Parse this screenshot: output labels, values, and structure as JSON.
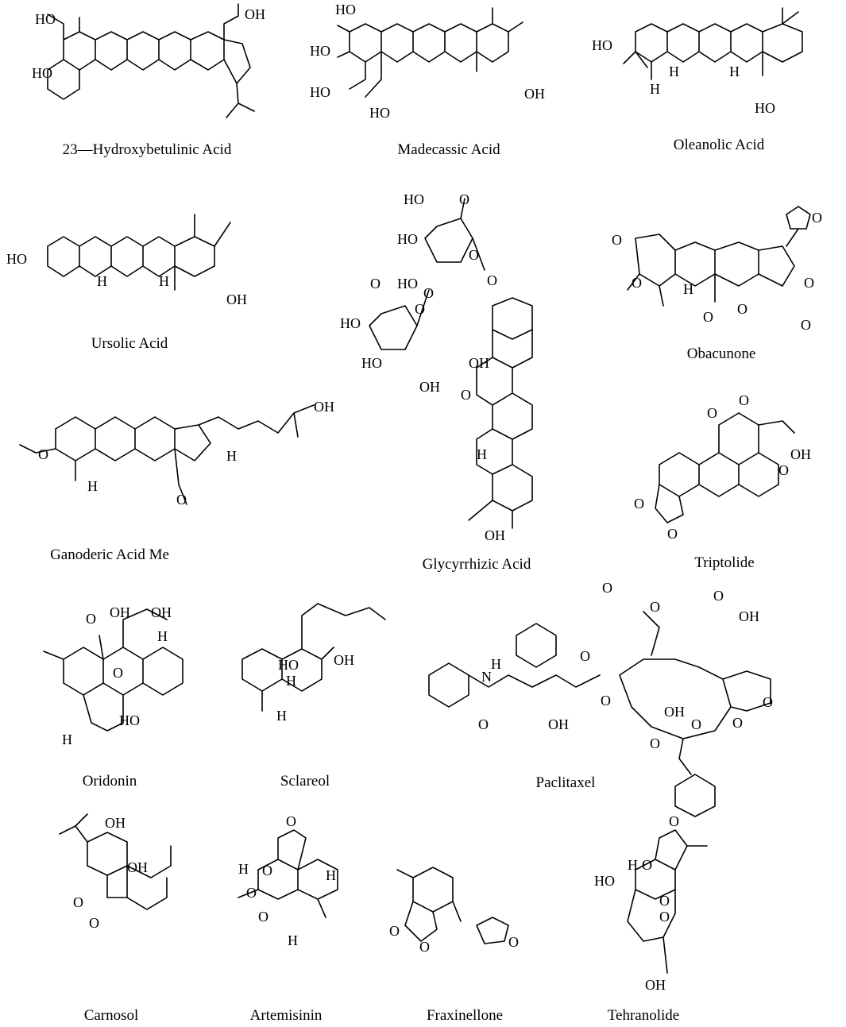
{
  "compounds": [
    {
      "name": "23—Hydroxybetulinic Acid",
      "labels": [
        "HO",
        "HO",
        "OH"
      ]
    },
    {
      "name": "Madecassic Acid",
      "labels": [
        "HO",
        "HO",
        "HO",
        "HO",
        "OH"
      ]
    },
    {
      "name": "Oleanolic Acid",
      "labels": [
        "HO",
        "H",
        "H",
        "H",
        "HO"
      ]
    },
    {
      "name": "Ursolic Acid",
      "labels": [
        "HO",
        "H",
        "H",
        "OH"
      ]
    },
    {
      "name": "Glycyrrhizic Acid",
      "labels": [
        "HO",
        "O",
        "HO",
        "O",
        "HO",
        "O",
        "O",
        "HO",
        "O",
        "O",
        "HO",
        "OH",
        "OH",
        "O",
        "H",
        "OH"
      ]
    },
    {
      "name": "Obacunone",
      "labels": [
        "O",
        "O",
        "H",
        "O",
        "O",
        "O",
        "O",
        "O"
      ]
    },
    {
      "name": "Ganoderic Acid Me",
      "labels": [
        "O",
        "H",
        "H",
        "O",
        "OH"
      ]
    },
    {
      "name": "Triptolide",
      "labels": [
        "O",
        "O",
        "OH",
        "O",
        "O",
        "O"
      ]
    },
    {
      "name": "Oridonin",
      "labels": [
        "O",
        "OH",
        "OH",
        "H",
        "O",
        "H",
        "HO"
      ]
    },
    {
      "name": "Sclareol",
      "labels": [
        "HO",
        "OH",
        "H",
        "H"
      ]
    },
    {
      "name": "Paclitaxel",
      "labels": [
        "O",
        "O",
        "O",
        "OH",
        "N",
        "H",
        "O",
        "O",
        "O",
        "OH",
        "OH",
        "O",
        "O",
        "O",
        "O"
      ]
    },
    {
      "name": "Carnosol",
      "labels": [
        "OH",
        "OH",
        "O",
        "O"
      ]
    },
    {
      "name": "Artemisinin",
      "labels": [
        "O",
        "H",
        "O",
        "H",
        "O",
        "O",
        "H"
      ]
    },
    {
      "name": "Fraxinellone",
      "labels": [
        "O",
        "O",
        "O"
      ]
    },
    {
      "name": "Tehranolide",
      "labels": [
        "O",
        "H",
        "O",
        "HO",
        "O",
        "O",
        "OH"
      ]
    }
  ]
}
